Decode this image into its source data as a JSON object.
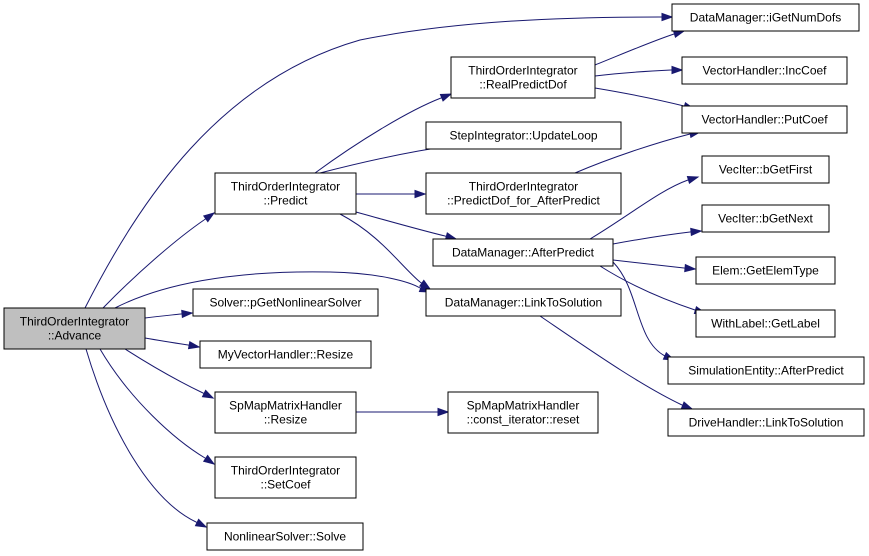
{
  "graph": {
    "edge_color": "#191970",
    "root_fill": "#bfbfbf",
    "node_fill": "#ffffff",
    "nodes": [
      {
        "id": "root",
        "lines": [
          "ThirdOrderIntegrator",
          "::Advance"
        ]
      },
      {
        "id": "predict",
        "lines": [
          "ThirdOrderIntegrator",
          "::Predict"
        ]
      },
      {
        "id": "getsolver",
        "lines": [
          "Solver::pGetNonlinearSolver"
        ]
      },
      {
        "id": "myvresize",
        "lines": [
          "MyVectorHandler::Resize"
        ]
      },
      {
        "id": "spresize",
        "lines": [
          "SpMapMatrixHandler",
          "::Resize"
        ]
      },
      {
        "id": "setcoef",
        "lines": [
          "ThirdOrderIntegrator",
          "::SetCoef"
        ]
      },
      {
        "id": "nlsolve",
        "lines": [
          "NonlinearSolver::Solve"
        ]
      },
      {
        "id": "realpredict",
        "lines": [
          "ThirdOrderIntegrator",
          "::RealPredictDof"
        ]
      },
      {
        "id": "updateloop",
        "lines": [
          "StepIntegrator::UpdateLoop"
        ]
      },
      {
        "id": "predictdof",
        "lines": [
          "ThirdOrderIntegrator",
          "::PredictDof_for_AfterPredict"
        ]
      },
      {
        "id": "dmafter",
        "lines": [
          "DataManager::AfterPredict"
        ]
      },
      {
        "id": "dmlink",
        "lines": [
          "DataManager::LinkToSolution"
        ]
      },
      {
        "id": "spreset",
        "lines": [
          "SpMapMatrixHandler",
          "::const_iterator::reset"
        ]
      },
      {
        "id": "numdofs",
        "lines": [
          "DataManager::iGetNumDofs"
        ]
      },
      {
        "id": "inccoef",
        "lines": [
          "VectorHandler::IncCoef"
        ]
      },
      {
        "id": "putcoef",
        "lines": [
          "VectorHandler::PutCoef"
        ]
      },
      {
        "id": "bgetfirst",
        "lines": [
          "VecIter::bGetFirst"
        ]
      },
      {
        "id": "bgetnext",
        "lines": [
          "VecIter::bGetNext"
        ]
      },
      {
        "id": "getelemtype",
        "lines": [
          "Elem::GetElemType"
        ]
      },
      {
        "id": "getlabel",
        "lines": [
          "WithLabel::GetLabel"
        ]
      },
      {
        "id": "seafter",
        "lines": [
          "SimulationEntity::AfterPredict"
        ]
      },
      {
        "id": "drivelink",
        "lines": [
          "DriveHandler::LinkToSolution"
        ]
      }
    ],
    "edges": [
      {
        "from": "root",
        "to": "numdofs"
      },
      {
        "from": "root",
        "to": "predict"
      },
      {
        "from": "root",
        "to": "dmlink"
      },
      {
        "from": "root",
        "to": "getsolver"
      },
      {
        "from": "root",
        "to": "myvresize"
      },
      {
        "from": "root",
        "to": "spresize"
      },
      {
        "from": "root",
        "to": "setcoef"
      },
      {
        "from": "root",
        "to": "nlsolve"
      },
      {
        "from": "predict",
        "to": "realpredict"
      },
      {
        "from": "predict",
        "to": "updateloop"
      },
      {
        "from": "predict",
        "to": "predictdof"
      },
      {
        "from": "predict",
        "to": "dmafter"
      },
      {
        "from": "predict",
        "to": "dmlink"
      },
      {
        "from": "realpredict",
        "to": "numdofs"
      },
      {
        "from": "realpredict",
        "to": "inccoef"
      },
      {
        "from": "realpredict",
        "to": "putcoef"
      },
      {
        "from": "predictdof",
        "to": "putcoef"
      },
      {
        "from": "dmafter",
        "to": "bgetfirst"
      },
      {
        "from": "dmafter",
        "to": "bgetnext"
      },
      {
        "from": "dmafter",
        "to": "getelemtype"
      },
      {
        "from": "dmafter",
        "to": "getlabel"
      },
      {
        "from": "dmafter",
        "to": "seafter"
      },
      {
        "from": "dmlink",
        "to": "drivelink"
      },
      {
        "from": "spresize",
        "to": "spreset"
      }
    ]
  }
}
